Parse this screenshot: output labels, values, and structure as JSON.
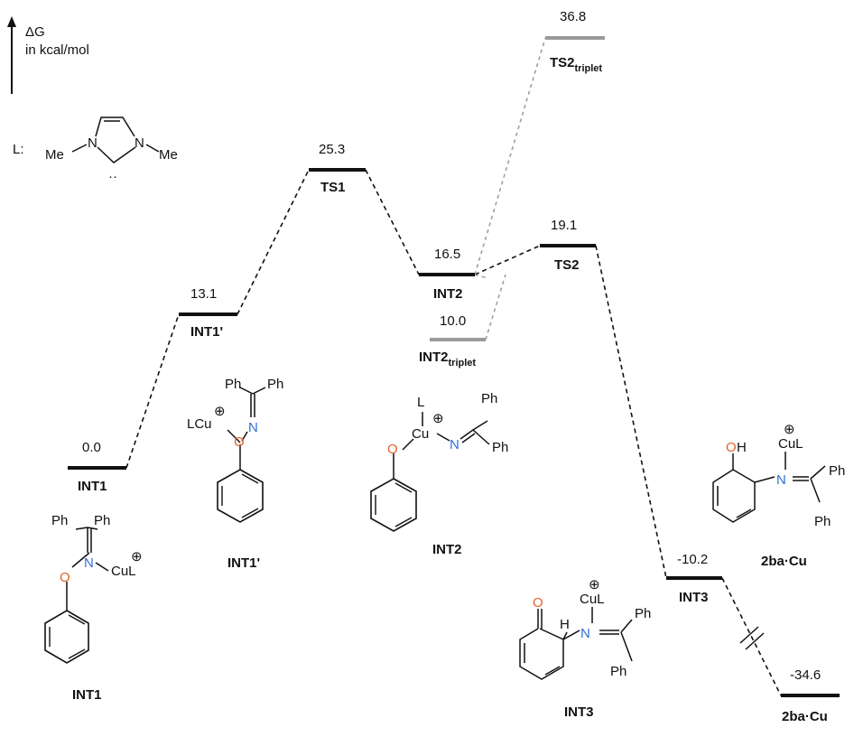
{
  "axis": {
    "title": "ΔG",
    "unit": "in kcal/mol"
  },
  "ligand": {
    "label": "L:",
    "me_left": "Me",
    "me_right": "Me",
    "n_left": "N",
    "n_right": "N",
    "lone_pair": "··"
  },
  "levels": [
    {
      "key": "INT1",
      "energy": "0.0",
      "label": "INT1",
      "sub": "",
      "style": "black"
    },
    {
      "key": "INT1p",
      "energy": "13.1",
      "label": "INT1'",
      "sub": "",
      "style": "black"
    },
    {
      "key": "TS1",
      "energy": "25.3",
      "label": "TS1",
      "sub": "",
      "style": "black"
    },
    {
      "key": "INT2",
      "energy": "16.5",
      "label": "INT2",
      "sub": "",
      "style": "black"
    },
    {
      "key": "INT2t",
      "energy": "10.0",
      "label": "INT2",
      "sub": "triplet",
      "style": "gray"
    },
    {
      "key": "TS2",
      "energy": "19.1",
      "label": "TS2",
      "sub": "",
      "style": "black"
    },
    {
      "key": "TS2t",
      "energy": "36.8",
      "label": "TS2",
      "sub": "triplet",
      "style": "gray"
    },
    {
      "key": "INT3",
      "energy": "-10.2",
      "label": "INT3",
      "sub": "",
      "style": "black"
    },
    {
      "key": "P",
      "energy": "-34.6",
      "label": "2ba·Cu",
      "sub": "",
      "style": "black"
    }
  ],
  "structures": {
    "int1": {
      "name": "INT1",
      "ph1": "Ph",
      "ph2": "Ph",
      "n": "N",
      "o": "O",
      "cul": "CuL",
      "charge": "⊕"
    },
    "int1p": {
      "name": "INT1'",
      "ph1": "Ph",
      "ph2": "Ph",
      "n": "N",
      "o": "O",
      "lcu": "LCu",
      "charge": "⊕"
    },
    "int2": {
      "name": "INT2",
      "l": "L",
      "cu": "Cu",
      "n": "N",
      "o": "O",
      "ph1": "Ph",
      "ph2": "Ph",
      "charge": "⊕"
    },
    "int3": {
      "name": "INT3",
      "o": "O",
      "h": "H",
      "n": "N",
      "cul": "CuL",
      "ph1": "Ph",
      "ph2": "Ph",
      "charge": "⊕"
    },
    "prod": {
      "name": "2ba·Cu",
      "o": "O",
      "h": "H",
      "n": "N",
      "cul": "CuL",
      "ph1": "Ph",
      "ph2": "Ph",
      "charge": "⊕"
    }
  }
}
